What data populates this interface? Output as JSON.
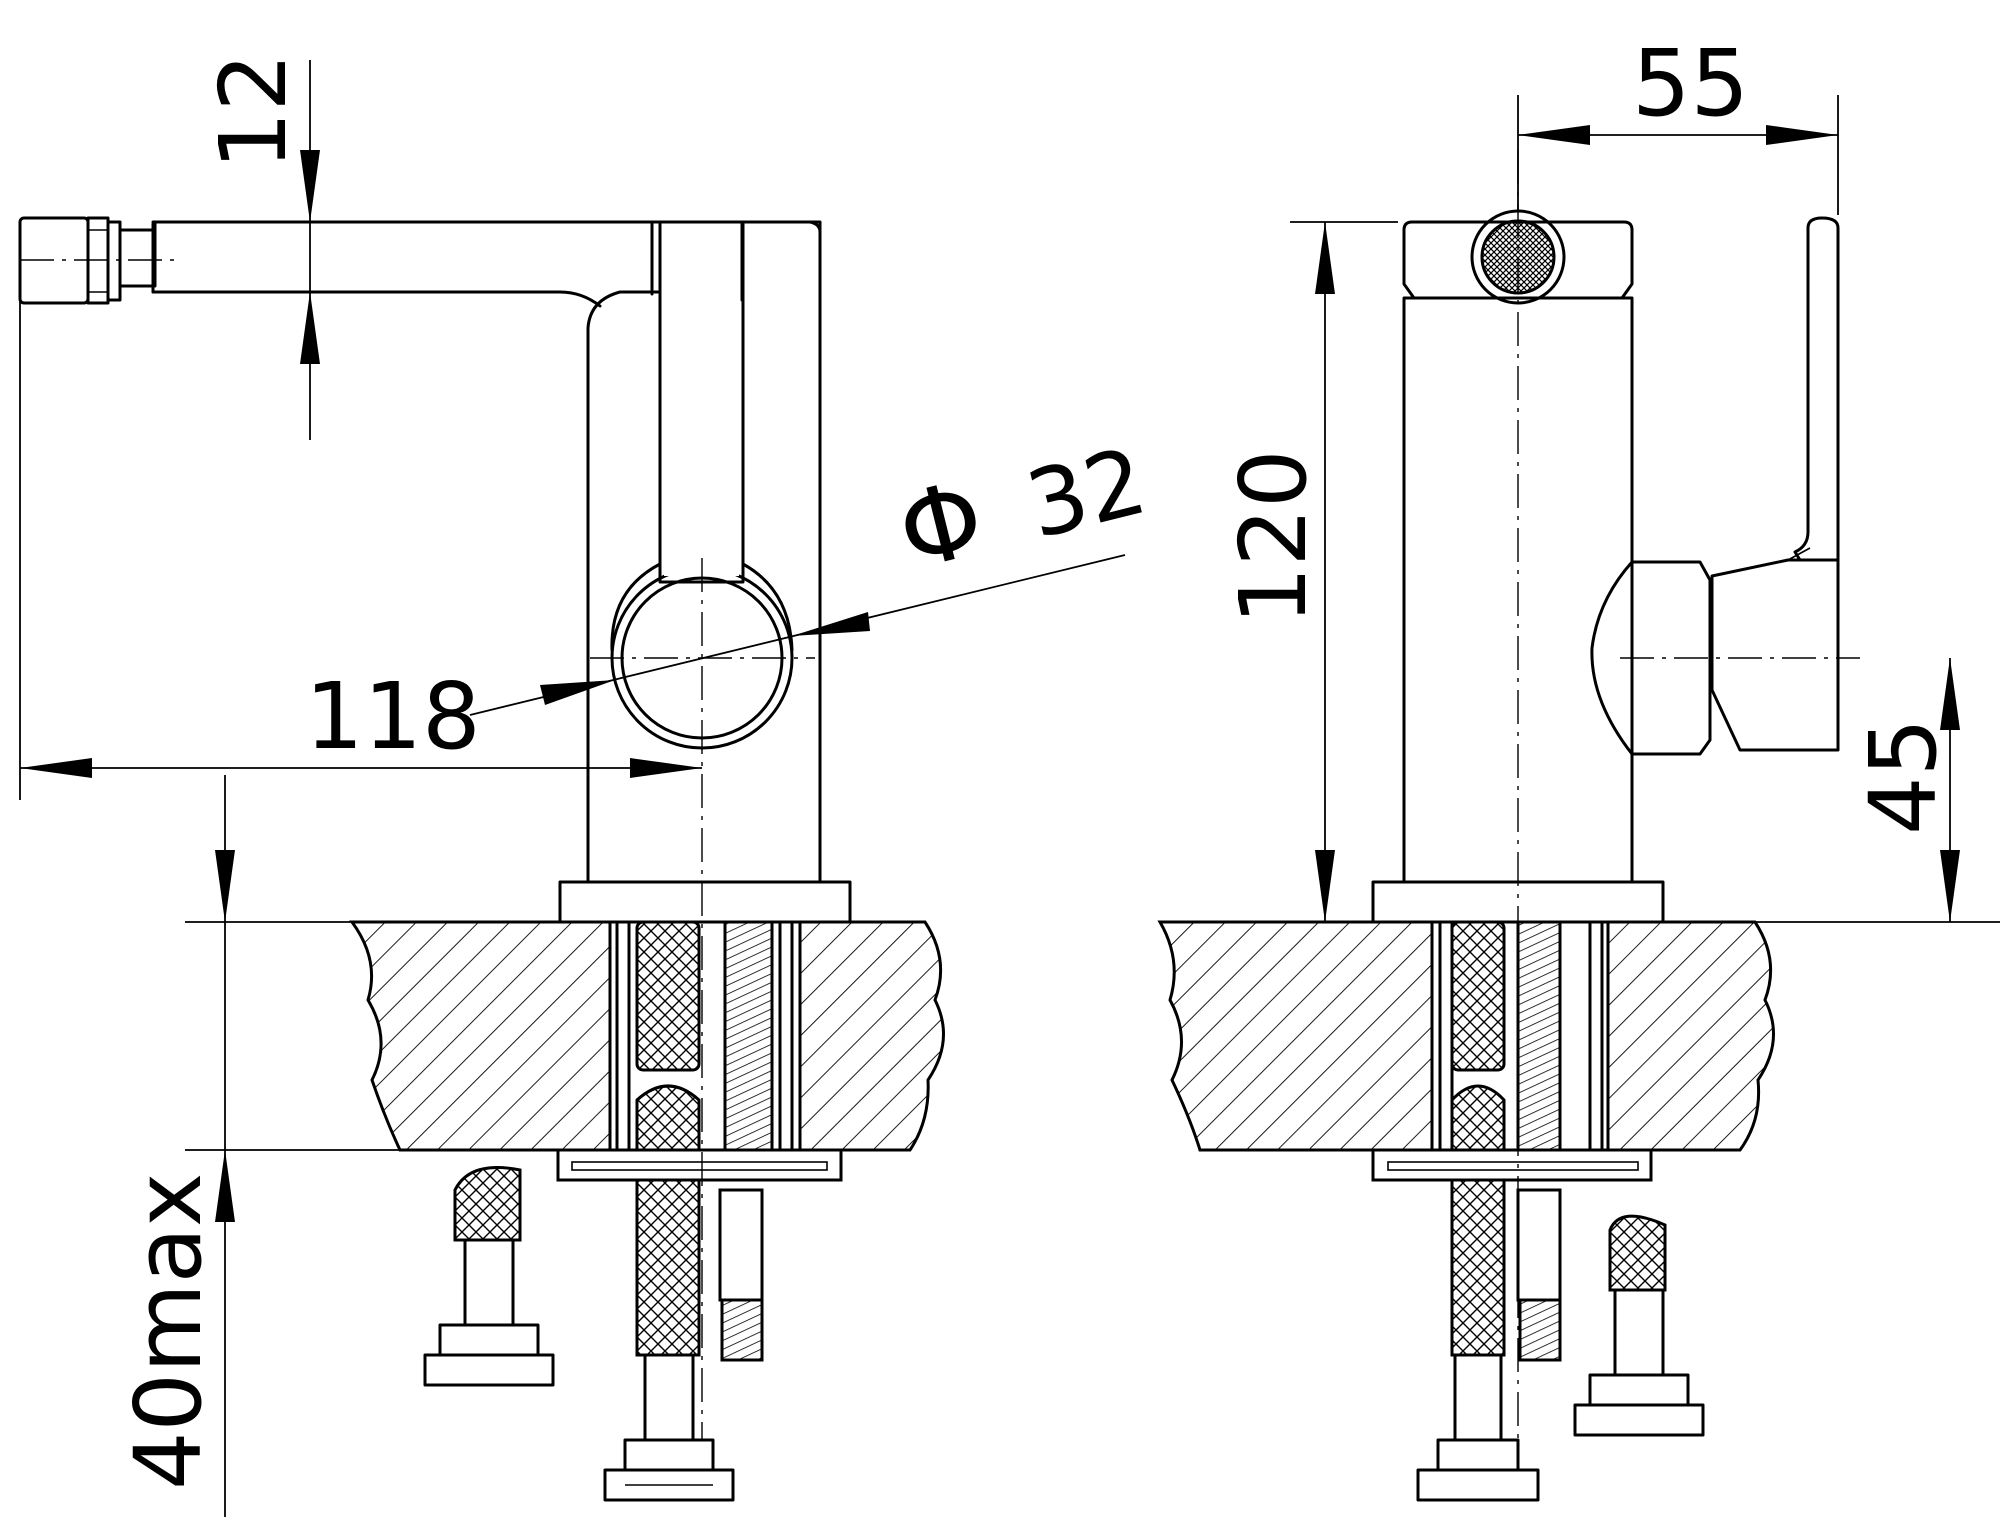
{
  "dimensions": {
    "spout_height": "12",
    "spout_reach": "118",
    "body_diameter_symbol": "Φ",
    "body_diameter": "32",
    "body_depth": "55",
    "total_height": "120",
    "handle_height": "45",
    "max_counter_thickness": "40max"
  },
  "colors": {
    "line": "#000000",
    "background": "#ffffff"
  }
}
